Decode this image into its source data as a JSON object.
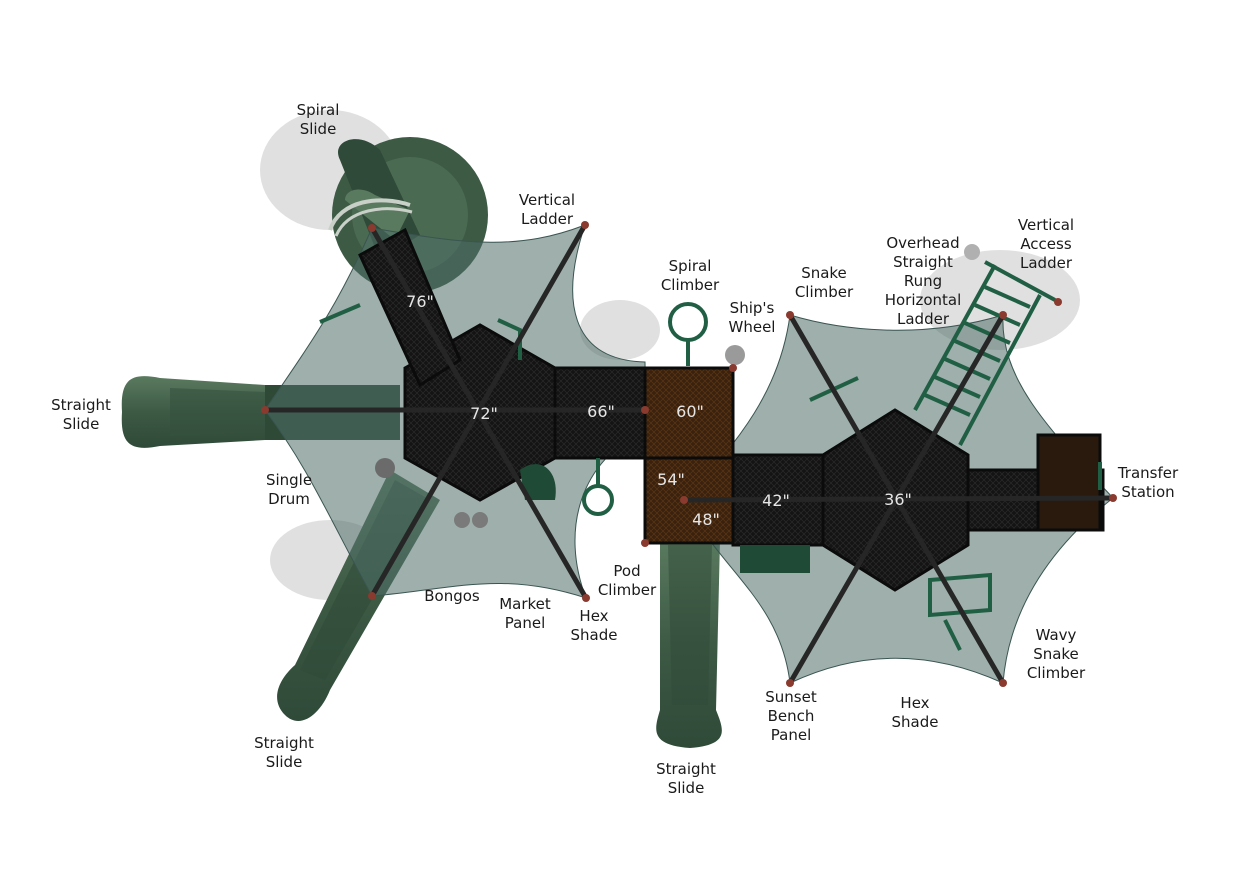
{
  "colors": {
    "shade": "#5f7a74",
    "slide": "#3d5a45",
    "slide_light": "#5a7a5f",
    "deck": "#161616",
    "rail": "#215f45",
    "pole": "#2a2a2a",
    "cap": "#8a3a2e",
    "orange_deck": "#4a2a12"
  },
  "labels": {
    "spiral_slide": [
      "Spiral",
      "Slide"
    ],
    "vertical_ladder": [
      "Vertical",
      "Ladder"
    ],
    "spiral_climber": [
      "Spiral",
      "Climber"
    ],
    "ships_wheel": [
      "Ship's",
      "Wheel"
    ],
    "snake_climber": [
      "Snake",
      "Climber"
    ],
    "overhead_ladder": [
      "Overhead",
      "Straight",
      "Rung",
      "Horizontal",
      "Ladder"
    ],
    "vertical_access_ladder": [
      "Vertical",
      "Access",
      "Ladder"
    ],
    "straight_slide_left": [
      "Straight",
      "Slide"
    ],
    "single_drum": [
      "Single",
      "Drum"
    ],
    "transfer_station": [
      "Transfer",
      "Station"
    ],
    "bongos": [
      "Bongos"
    ],
    "market_panel": [
      "Market",
      "Panel"
    ],
    "hex_shade_left": [
      "Hex",
      "Shade"
    ],
    "pod_climber": [
      "Pod",
      "Climber"
    ],
    "straight_slide_bottom_left": [
      "Straight",
      "Slide"
    ],
    "straight_slide_bottom_center": [
      "Straight",
      "Slide"
    ],
    "sunset_bench_panel": [
      "Sunset",
      "Bench",
      "Panel"
    ],
    "hex_shade_right": [
      "Hex",
      "Shade"
    ],
    "wavy_snake_climber": [
      "Wavy",
      "Snake",
      "Climber"
    ]
  },
  "dimensions": {
    "d76": "76\"",
    "d72": "72\"",
    "d66": "66\"",
    "d60": "60\"",
    "d54": "54\"",
    "d48": "48\"",
    "d42": "42\"",
    "d36": "36\""
  }
}
